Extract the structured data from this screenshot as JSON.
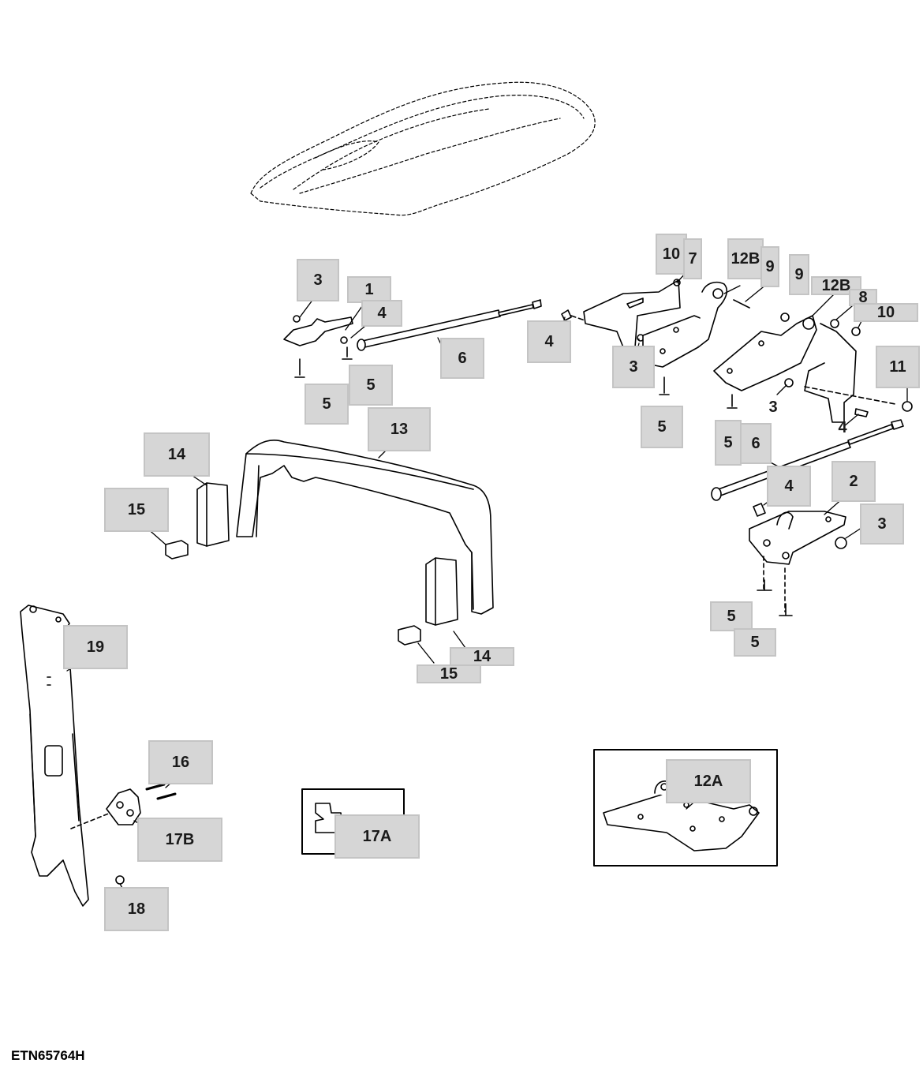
{
  "figure": {
    "code": "ETN65764H",
    "callouts": [
      "1",
      "2",
      "3",
      "4",
      "5",
      "6",
      "7",
      "8",
      "9",
      "10",
      "11",
      "12A",
      "12B",
      "13",
      "14",
      "15",
      "16",
      "17A",
      "17B",
      "18",
      "19"
    ]
  },
  "labels": {
    "c3a": "3",
    "c1": "1",
    "c4a": "4",
    "c5a": "5",
    "c5b": "5",
    "c6a": "6",
    "c4b": "4",
    "c3b": "3",
    "c10a": "10",
    "c7": "7",
    "c12Ba": "12B",
    "c9a": "9",
    "c9b": "9",
    "c12Bb": "12B",
    "c8": "8",
    "c10b": "10",
    "c11": "11",
    "c3c": "3",
    "c4c": "4",
    "c5c": "5",
    "c5d": "5",
    "c6b": "6",
    "c4d": "4",
    "c2": "2",
    "c3d": "3",
    "c5e": "5",
    "c5f": "5",
    "c13": "13",
    "c14a": "14",
    "c15a": "15",
    "c14b": "14",
    "c15b": "15",
    "c19": "19",
    "c16": "16",
    "c17B": "17B",
    "c18": "18",
    "c17A": "17A",
    "c12A": "12A"
  }
}
